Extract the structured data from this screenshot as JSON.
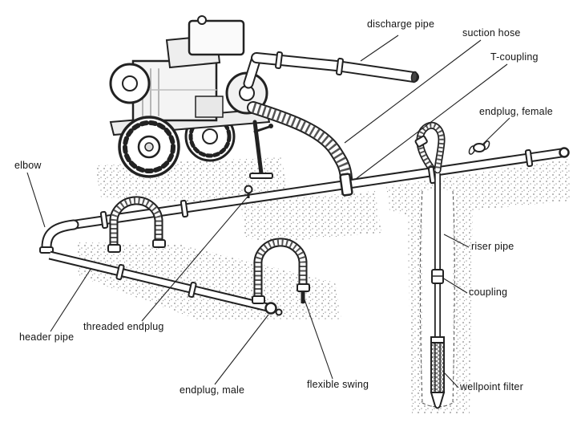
{
  "diagram": {
    "subject": "wellpoint dewatering system with pump",
    "background_color": "#ffffff",
    "line_color": "#222222",
    "labels": [
      {
        "id": "discharge-pipe",
        "text": "discharge pipe"
      },
      {
        "id": "suction-hose",
        "text": "suction hose"
      },
      {
        "id": "t-coupling",
        "text": "T-coupling"
      },
      {
        "id": "endplug-female",
        "text": "endplug, female"
      },
      {
        "id": "elbow",
        "text": "elbow"
      },
      {
        "id": "riser-pipe",
        "text": "riser pipe"
      },
      {
        "id": "coupling",
        "text": "coupling"
      },
      {
        "id": "header-pipe",
        "text": "header pipe"
      },
      {
        "id": "threaded-endplug",
        "text": "threaded endplug"
      },
      {
        "id": "endplug-male",
        "text": "endplug, male"
      },
      {
        "id": "flexible-swing",
        "text": "flexible swing"
      },
      {
        "id": "wellpoint-filter",
        "text": "wellpoint filter"
      }
    ]
  }
}
